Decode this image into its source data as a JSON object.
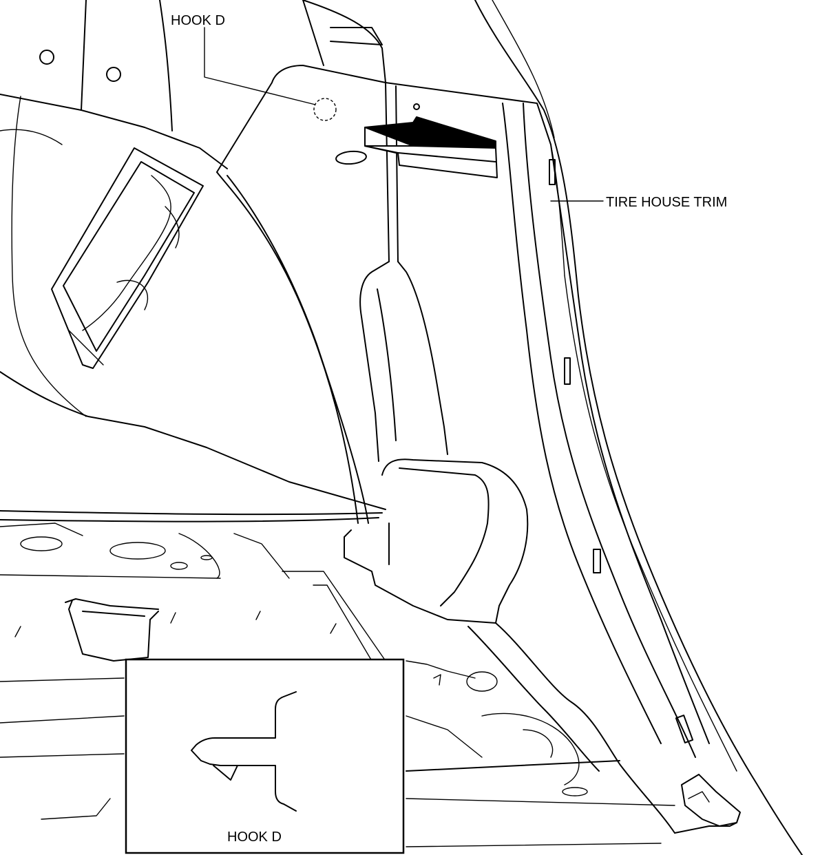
{
  "labels": {
    "hook_top": "HOOK D",
    "tire_house_trim": "TIRE HOUSE TRIM",
    "hook_inset": "HOOK D"
  },
  "colors": {
    "line": "#000000",
    "background": "#ffffff",
    "arrow": "#000000"
  },
  "icons": {
    "direction_arrow": "removal-direction-arrow"
  }
}
